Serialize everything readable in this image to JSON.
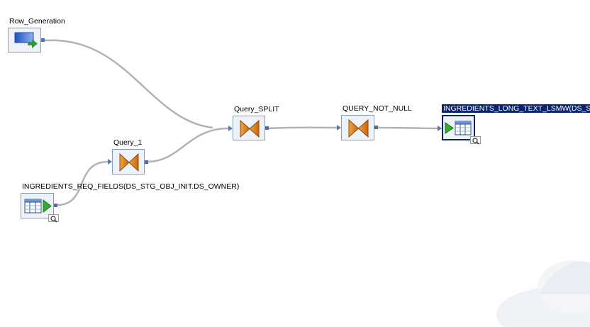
{
  "canvas": {
    "background": "#ffffff",
    "wire_color": "#b0b0b0",
    "selection_color": "#0a246a"
  },
  "nodes": {
    "row_generation": {
      "label": "Row_Generation",
      "icon": "row-generation-icon"
    },
    "query_1": {
      "label": "Query_1",
      "icon": "query-transform-icon"
    },
    "ingredients_req_fields": {
      "label": "INGREDIENTS_REQ_FIELDS(DS_STG_OBJ_INIT.DS_OWNER)",
      "icon": "source-table-icon"
    },
    "query_split": {
      "label": "Query_SPLIT",
      "icon": "query-transform-icon"
    },
    "query_not_null": {
      "label": "QUERY_NOT_NULL",
      "icon": "query-transform-icon"
    },
    "ingredients_long_text": {
      "label": "INGREDIENTS_LONG_TEXT_LSMW(DS_ST",
      "icon": "target-table-icon",
      "selected": true
    }
  }
}
